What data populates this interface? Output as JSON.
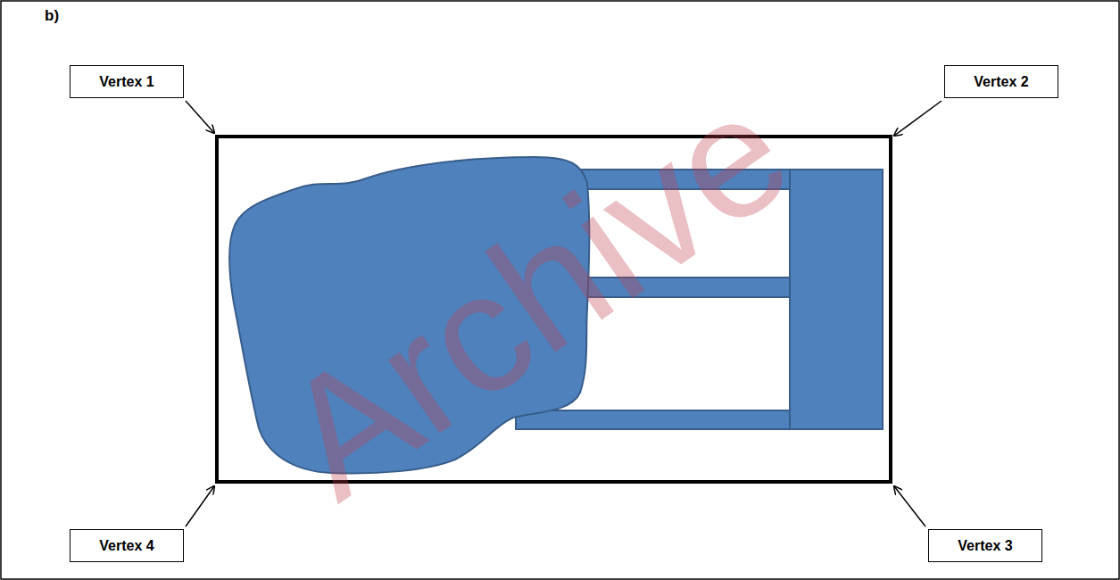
{
  "diagram": {
    "nodes": [
      {
        "text": [
          "Vertex 1"
        ]
      },
      {
        "text": [
          "Vertex 2"
        ]
      },
      {
        "text": [
          "Vertex 4"
        ]
      },
      {
        "text": [
          "Vertex 3"
        ]
      }
    ],
    "labels": [
      "b)",
      "Archive"
    ]
  }
}
